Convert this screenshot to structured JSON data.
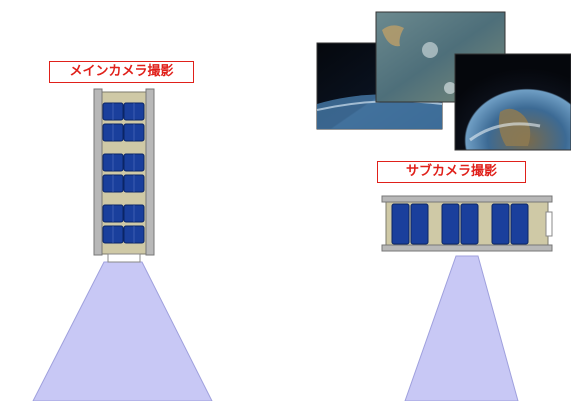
{
  "labels": {
    "main_camera": "メインカメラ撮影",
    "sub_camera": "サブカメラ撮影"
  },
  "colors": {
    "label_red": "#e0201a",
    "beam": "#c8c8f5",
    "solar_cell": "#1a3f9c",
    "frame": "#cfc9a6"
  },
  "icons": {
    "main_satellite": "cubesat-3u-vertical",
    "sub_satellite": "cubesat-3u-horizontal",
    "earth_photos": "earth-photo"
  }
}
